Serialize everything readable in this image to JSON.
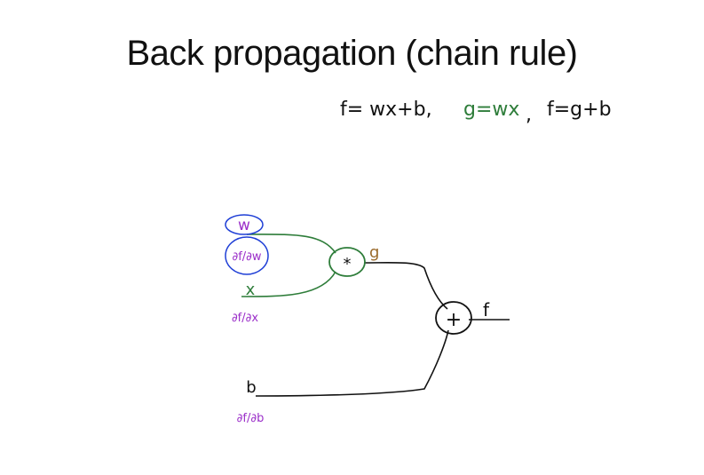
{
  "slide": {
    "title": "Back propagation (chain rule)"
  },
  "equations": {
    "eq1": "f= wx+b,",
    "eq2": "g=wx",
    "sep": ",",
    "eq3": "f=g+b"
  },
  "graph": {
    "input_w": "w",
    "grad_w": "∂f/∂w",
    "input_x": "x",
    "grad_x": "∂f/∂x",
    "input_b": "b",
    "grad_b": "∂f/∂b",
    "mul_symbol": "*",
    "add_symbol": "+",
    "mid_label": "g",
    "out_label": "f"
  },
  "colors": {
    "black": "#111111",
    "green": "#2e7d3a",
    "purple": "#9b2fc9",
    "blue": "#1f3fd6",
    "brown": "#9a6a2a"
  }
}
